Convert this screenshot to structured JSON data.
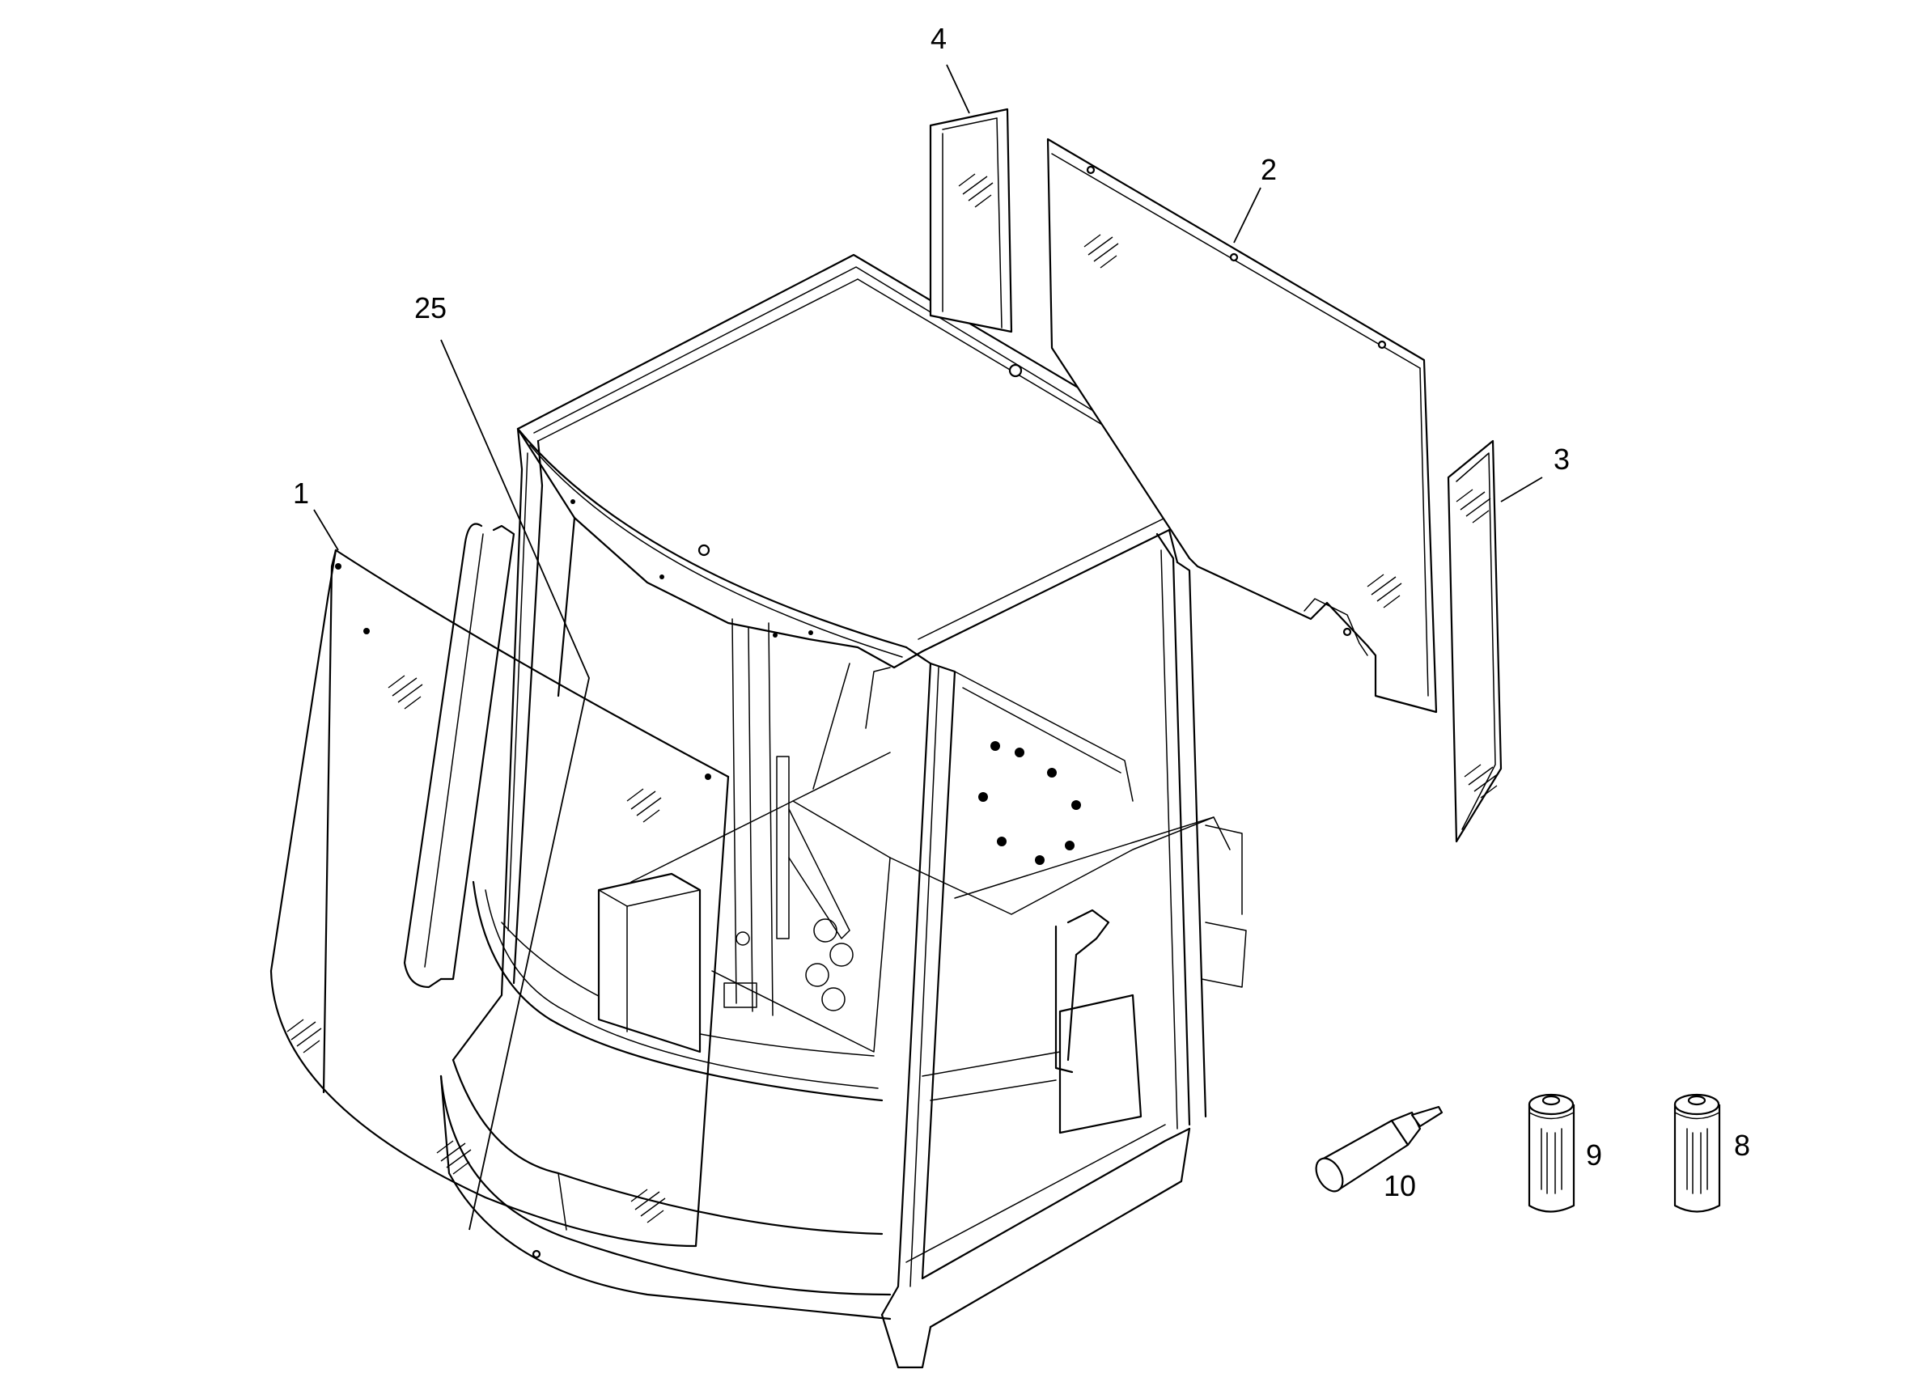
{
  "diagram": {
    "callouts": {
      "c1": "1",
      "c2": "2",
      "c3": "3",
      "c4": "4",
      "c8": "8",
      "c9": "9",
      "c10": "10",
      "c25": "25"
    }
  }
}
